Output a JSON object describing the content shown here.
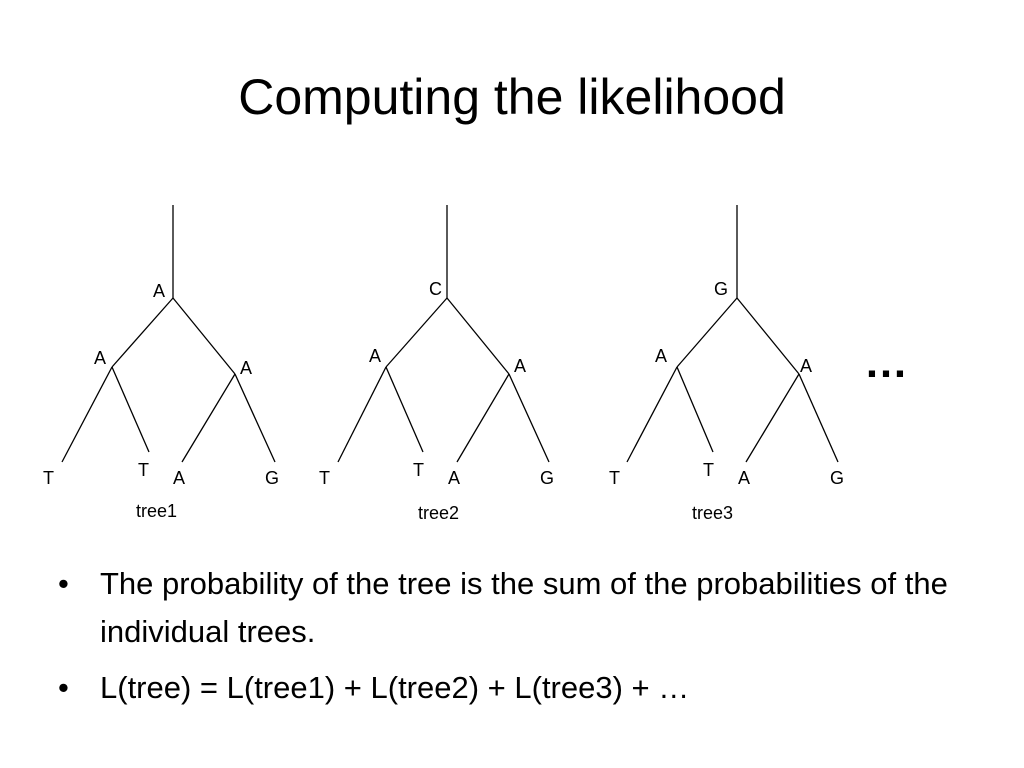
{
  "slide": {
    "title": "Computing the likelihood",
    "ellipsis": "…"
  },
  "trees": [
    {
      "caption": "tree1",
      "root": "A",
      "left_internal": "A",
      "right_internal": "A",
      "leaves": [
        "T",
        "T",
        "A",
        "G"
      ]
    },
    {
      "caption": "tree2",
      "root": "C",
      "left_internal": "A",
      "right_internal": "A",
      "leaves": [
        "T",
        "T",
        "A",
        "G"
      ]
    },
    {
      "caption": "tree3",
      "root": "G",
      "left_internal": "A",
      "right_internal": "A",
      "leaves": [
        "T",
        "T",
        "A",
        "G"
      ]
    }
  ],
  "bullets": [
    {
      "marker": "•",
      "text": "The probability of the tree is the sum of the probabilities of the individual trees."
    },
    {
      "marker": "•",
      "text": "L(tree) = L(tree1) + L(tree2) + L(tree3) + …"
    }
  ]
}
